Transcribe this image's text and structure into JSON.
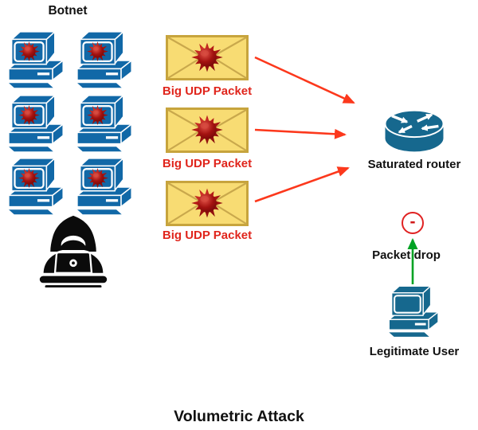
{
  "title": "Volumetric Attack",
  "botnet": {
    "label": "Botnet",
    "computer_count": 6,
    "computer_icon": "infected-computer",
    "virus_icon": "malware-virus-burst"
  },
  "attacker": {
    "icon": "hooded-hacker-with-laptop"
  },
  "packets": {
    "envelope_icon": "infected-envelope",
    "items": [
      {
        "label": "Big UDP Packet"
      },
      {
        "label": "Big UDP Packet"
      },
      {
        "label": "Big UDP Packet"
      }
    ]
  },
  "router": {
    "label": "Saturated router",
    "icon": "cisco-router"
  },
  "packet_drop": {
    "label": "Packet drop",
    "symbol": "-"
  },
  "legitimate_user": {
    "label": "Legitimate User",
    "icon": "desktop-computer"
  },
  "colors": {
    "botnet_computer": "#1168a7",
    "infrastructure_teal": "#16688e",
    "envelope_fill": "#f8dc73",
    "envelope_border": "#c7a43d",
    "virus_red": "#9c1310",
    "attack_arrow": "#fc381c",
    "packet_label_red": "#e0251c",
    "drop_arrow_green": "#00a223",
    "drop_circle_red": "#e02222",
    "hacker_black": "#0b0b0b",
    "text_black": "#111111"
  }
}
